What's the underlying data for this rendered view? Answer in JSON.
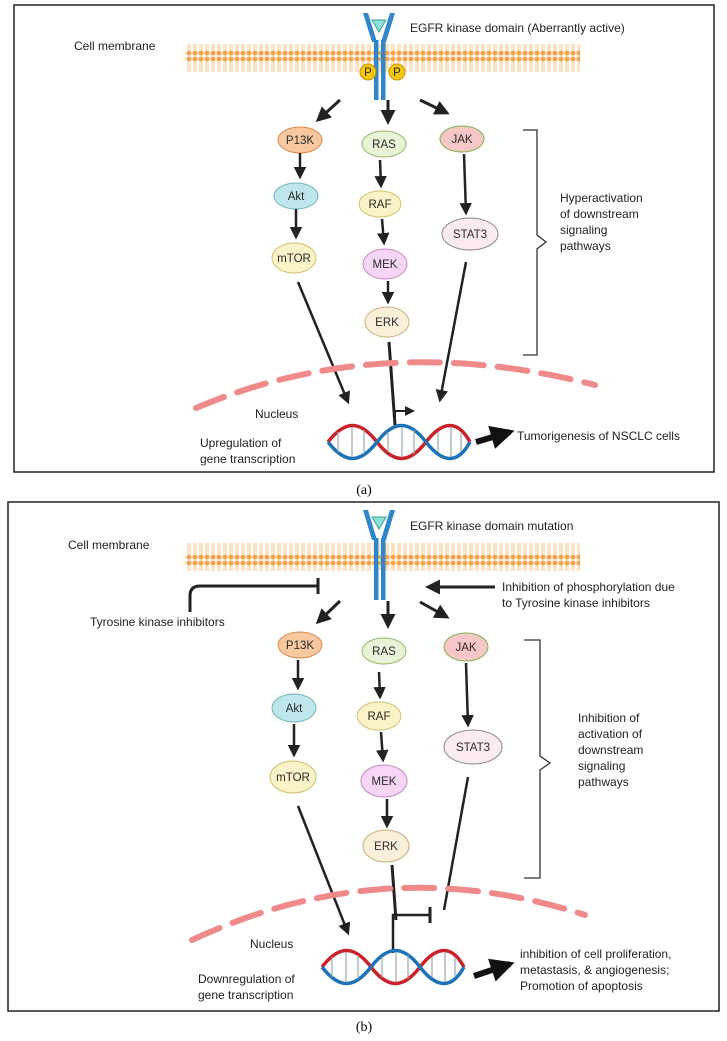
{
  "panel_a": {
    "caption": "(a)",
    "membrane_label": "Cell membrane",
    "receptor_label": "EGFR kinase domain (Aberrantly active)",
    "phospho": "P",
    "nodes": {
      "p13k": "P13K",
      "akt": "Akt",
      "mtor": "mTOR",
      "ras": "RAS",
      "raf": "RAF",
      "mek": "MEK",
      "erk": "ERK",
      "jak": "JAK",
      "stat3": "STAT3"
    },
    "bracket_text": [
      "Hyperactivation",
      "of downstream",
      "signaling",
      "pathways"
    ],
    "nucleus_label": "Nucleus",
    "transcription_text": [
      "Upregulation of",
      "gene transcription"
    ],
    "outcome_text": [
      "Tumorigenesis of NSCLC cells"
    ]
  },
  "panel_b": {
    "caption": "(b)",
    "membrane_label": "Cell membrane",
    "receptor_label": "EGFR kinase domain mutation",
    "tki_label": "Tyrosine kinase inhibitors",
    "inhibition_text": [
      "Inhibition of phosphorylation due",
      "to Tyrosine kinase inhibitors"
    ],
    "nodes": {
      "p13k": "P13K",
      "akt": "Akt",
      "mtor": "mTOR",
      "ras": "RAS",
      "raf": "RAF",
      "mek": "MEK",
      "erk": "ERK",
      "jak": "JAK",
      "stat3": "STAT3"
    },
    "bracket_text": [
      "Inhibition of",
      "activation of",
      "downstream",
      "signaling",
      "pathways"
    ],
    "nucleus_label": "Nucleus",
    "transcription_text": [
      "Downregulation of",
      "gene transcription"
    ],
    "outcome_text": [
      "inhibition of cell proliferation,",
      "metastasis, & angiogenesis;",
      "Promotion of apoptosis"
    ]
  },
  "colors": {
    "p13k": "#f8c9a0",
    "akt": "#bfe6ea",
    "mtor": "#faf3c9",
    "ras": "#e8f3d8",
    "raf": "#faf3c9",
    "mek": "#f6d6f4",
    "erk": "#faf0da",
    "jak": "#f7c6c6",
    "stat3": "#fbeaf0",
    "membrane": "#f4a64a",
    "receptor": "#2f86c9",
    "dna_red": "#c8222a",
    "dna_blue": "#1e73b8",
    "nucleus": "#f08a8a"
  }
}
